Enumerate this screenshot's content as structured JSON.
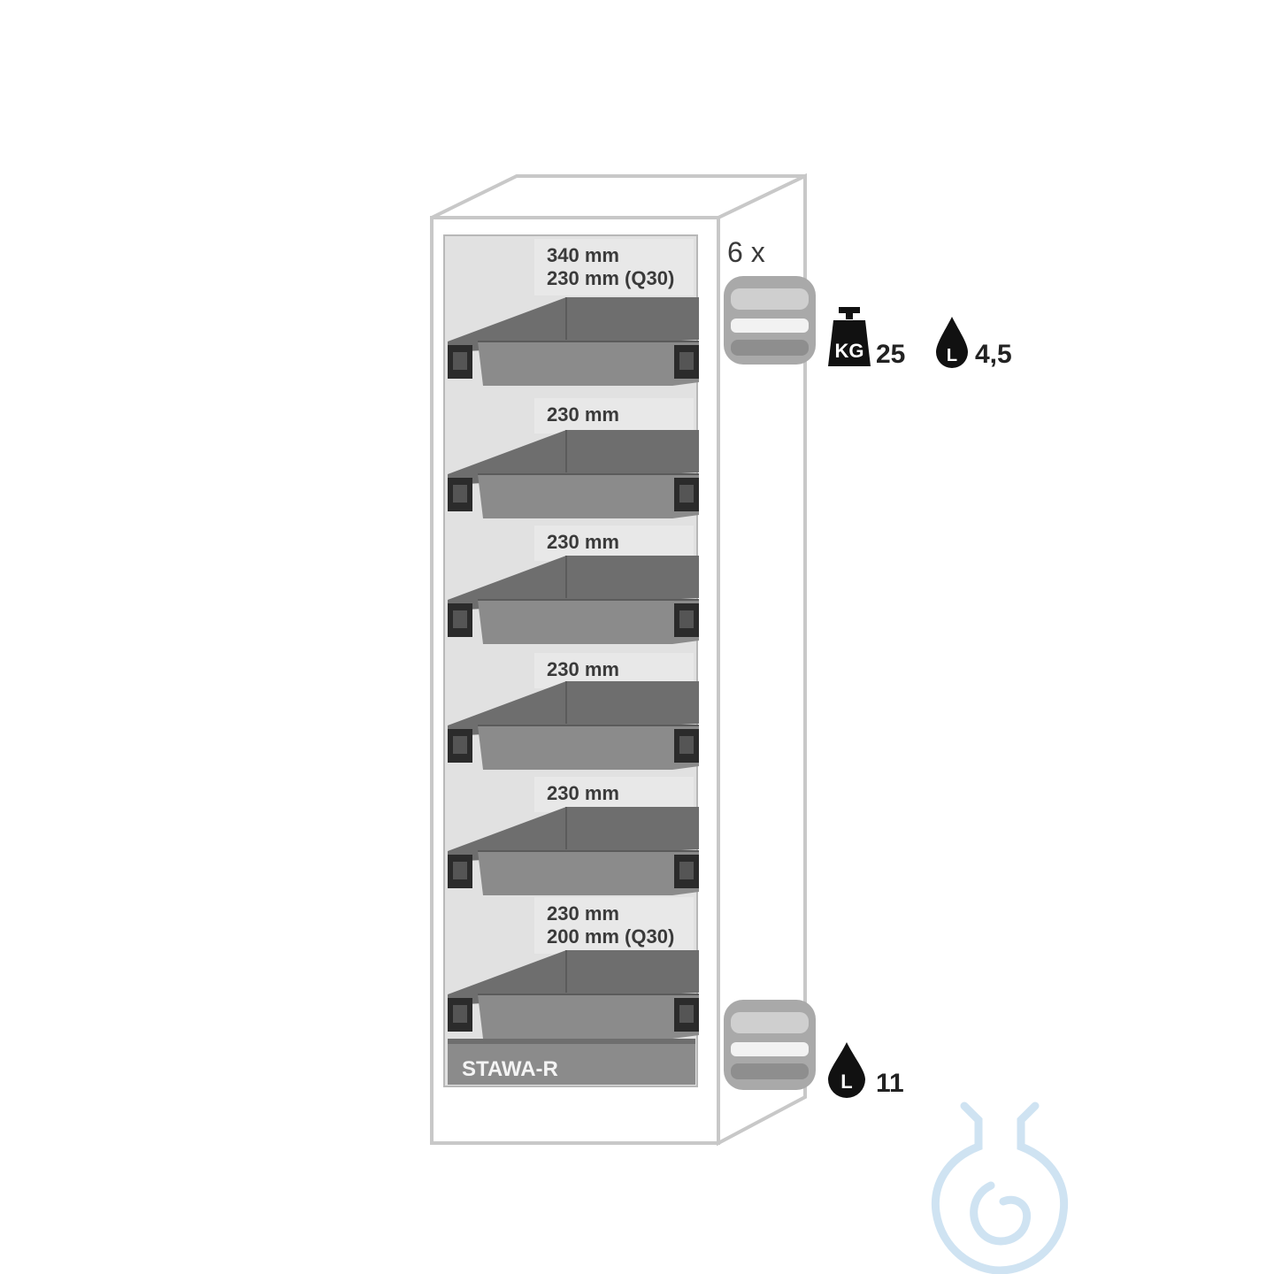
{
  "cabinet": {
    "quantity_label": "6 x",
    "brand_label": "STAWA-R",
    "colors": {
      "outline": "#c8c8c8",
      "interior": "#e1e1e1",
      "drawer": "#8b8b8b",
      "drawer_dark": "#6e6e6e",
      "handle": "#2b2b2b",
      "text": "#3a3a3a"
    },
    "drawers": [
      {
        "height_label": "340 mm",
        "extra_label": "230 mm (Q30)"
      },
      {
        "height_label": "230 mm",
        "extra_label": ""
      },
      {
        "height_label": "230 mm",
        "extra_label": ""
      },
      {
        "height_label": "230 mm",
        "extra_label": ""
      },
      {
        "height_label": "230 mm",
        "extra_label": ""
      },
      {
        "height_label": "230 mm",
        "extra_label": "200 mm (Q30)"
      }
    ]
  },
  "specs": {
    "weight_icon": "weight-kg-icon",
    "weight_icon_text": "KG",
    "weight_value": "25",
    "drawer_volume_icon": "liquid-drop-icon",
    "drop_icon_text": "L",
    "drawer_volume_value": "4,5",
    "sump_volume_icon": "liquid-drop-icon",
    "sump_volume_value": "11"
  },
  "watermark": {
    "icon": "flask-logo-icon"
  }
}
